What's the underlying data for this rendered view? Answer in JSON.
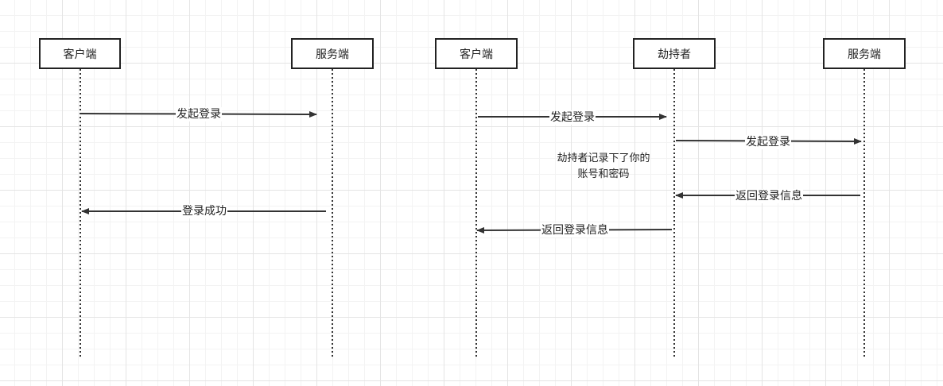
{
  "diagram_1": {
    "actors": {
      "client": "客户端",
      "server": "服务端"
    },
    "messages": {
      "login_request": "发起登录",
      "login_success": "登录成功"
    }
  },
  "diagram_2": {
    "actors": {
      "client": "客户端",
      "hijacker": "劫持者",
      "server": "服务端"
    },
    "messages": {
      "client_to_hijacker": "发起登录",
      "hijacker_to_server": "发起登录",
      "server_to_hijacker": "返回登录信息",
      "hijacker_to_client": "返回登录信息"
    },
    "note": {
      "line1": "劫持者记录下了你的",
      "line2": "账号和密码"
    }
  },
  "colors": {
    "line": "#333333",
    "box_border": "#222222",
    "grid": "#e4e4e4"
  }
}
